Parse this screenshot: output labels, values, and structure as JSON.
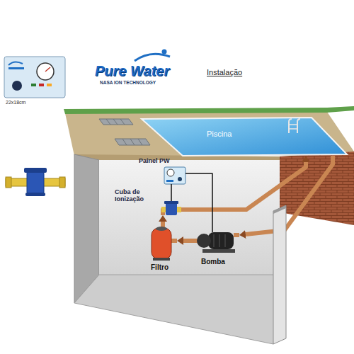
{
  "diagram": {
    "title": "Instalação",
    "nodes": [
      {
        "text": [
          "Piscina"
        ]
      },
      {
        "text": [
          "Painel PW"
        ]
      },
      {
        "text": [
          "Cuba de Ionização"
        ]
      },
      {
        "text": [
          "Filtro"
        ]
      },
      {
        "text": [
          "Bomba"
        ]
      }
    ],
    "edges": [
      {
        "from": 0,
        "to": 4,
        "arrow": "to"
      },
      {
        "from": 4,
        "to": 3,
        "arrow": "to"
      },
      {
        "from": 3,
        "to": 2,
        "arrow": "to"
      },
      {
        "from": 2,
        "to": 0,
        "arrow": "to"
      },
      {
        "from": 1,
        "to": 2,
        "arrow": "none"
      },
      {
        "from": 1,
        "to": 4,
        "arrow": "none"
      }
    ],
    "labels": [
      "Pure Water",
      "NASA ION TECHNOLOGY",
      "22x18cm"
    ]
  }
}
